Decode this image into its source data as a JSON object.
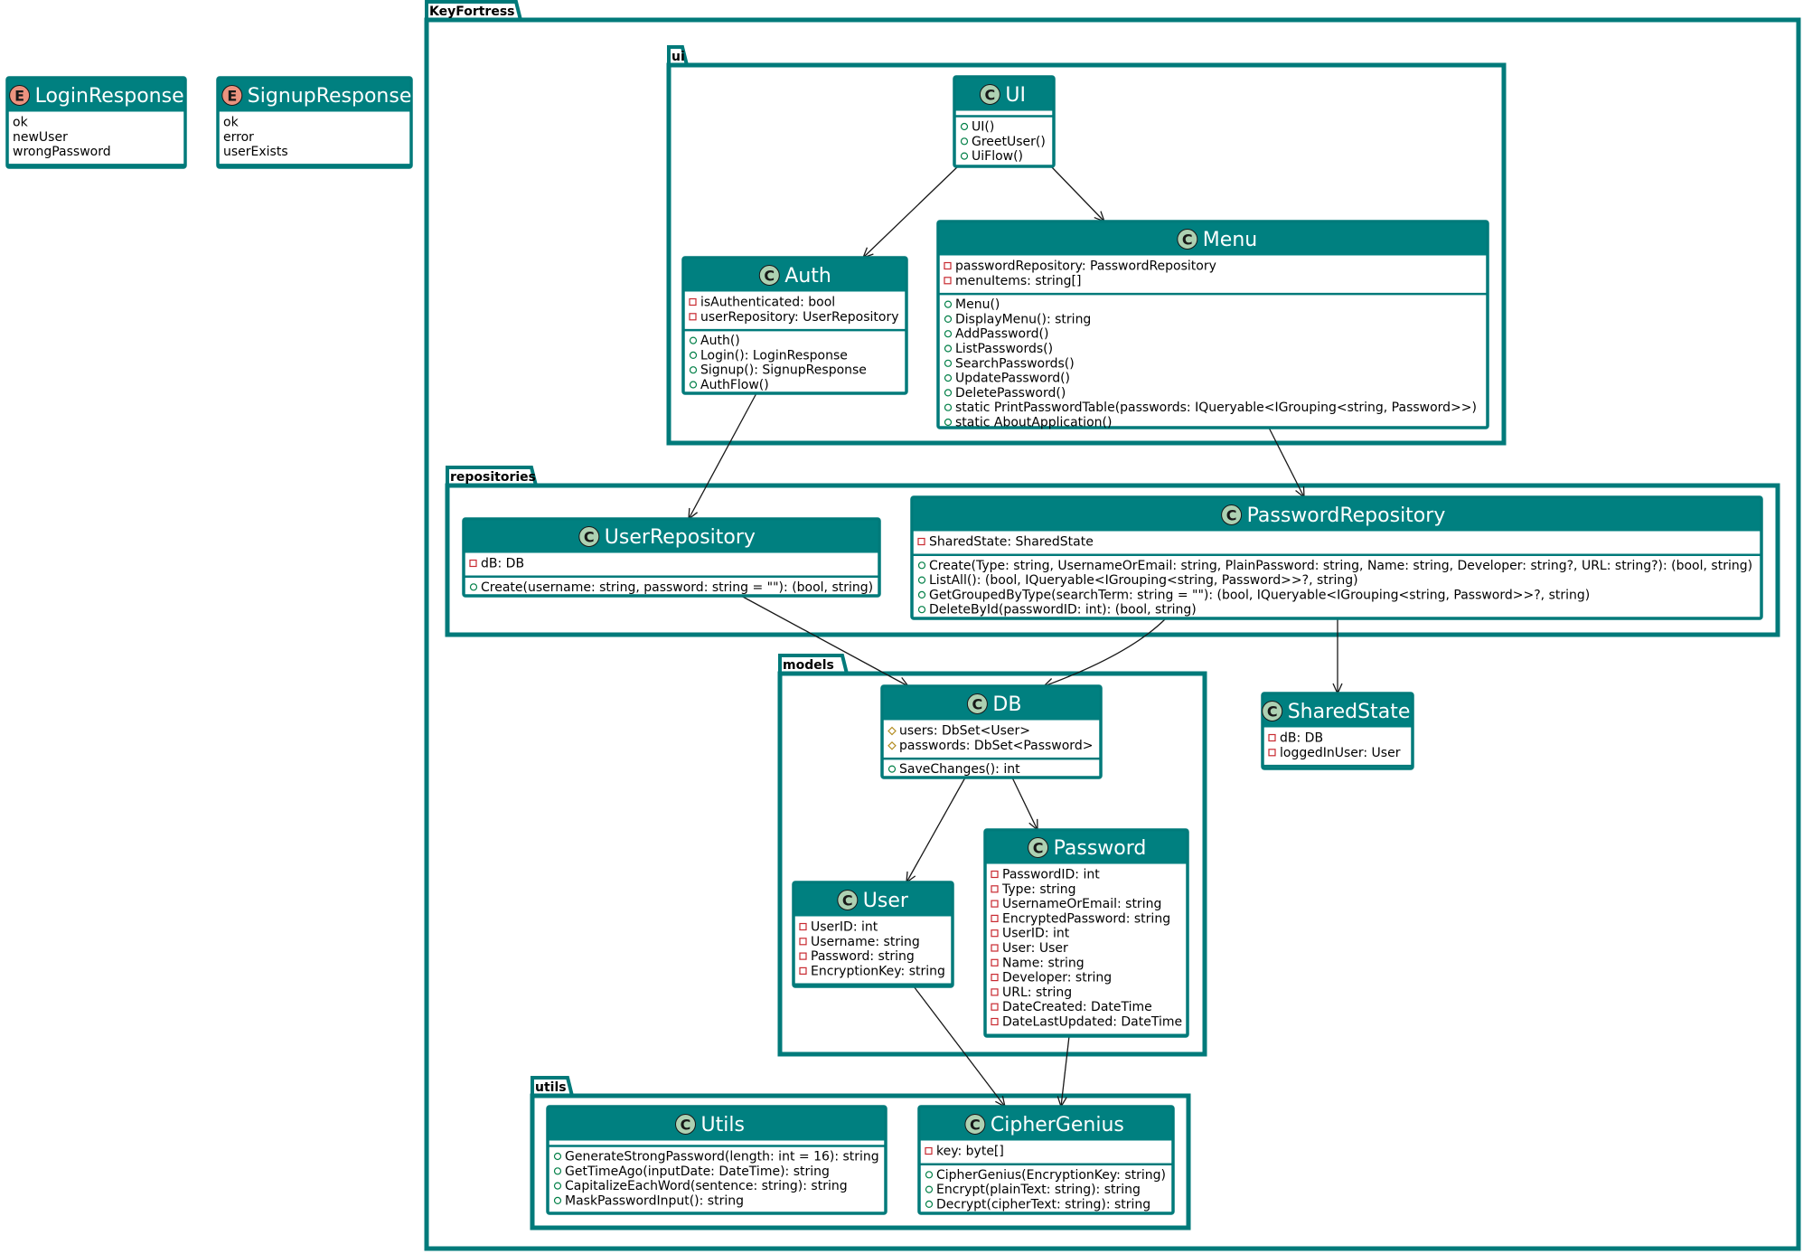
{
  "diagram": {
    "packages": {
      "keyfortress": "KeyFortress",
      "ui": "ui",
      "repositories": "repositories",
      "models": "models",
      "utils": "utils"
    },
    "enums": {
      "login_response": {
        "name": "LoginResponse",
        "values": [
          "ok",
          "newUser",
          "wrongPassword"
        ]
      },
      "signup_response": {
        "name": "SignupResponse",
        "values": [
          "ok",
          "error",
          "userExists"
        ]
      }
    },
    "classes": {
      "ui": {
        "name": "UI",
        "fields": [],
        "methods": [
          "UI()",
          "GreetUser()",
          "UiFlow()"
        ]
      },
      "auth": {
        "name": "Auth",
        "fields": [
          "isAuthenticated: bool",
          "userRepository: UserRepository"
        ],
        "methods": [
          "Auth()",
          "Login(): LoginResponse",
          "Signup(): SignupResponse",
          "AuthFlow()"
        ]
      },
      "menu": {
        "name": "Menu",
        "fields": [
          "passwordRepository: PasswordRepository",
          "menuItems: string[]"
        ],
        "methods": [
          "Menu()",
          "DisplayMenu(): string",
          "AddPassword()",
          "ListPasswords()",
          "SearchPasswords()",
          "UpdatePassword()",
          "DeletePassword()",
          "static PrintPasswordTable(passwords: IQueryable<IGrouping<string, Password>>)",
          "static AboutApplication()"
        ]
      },
      "user_repository": {
        "name": "UserRepository",
        "fields": [
          "dB: DB"
        ],
        "methods": [
          "Create(username: string, password: string = \"\"): (bool, string)"
        ]
      },
      "password_repository": {
        "name": "PasswordRepository",
        "fields": [
          "SharedState: SharedState"
        ],
        "methods": [
          "Create(Type: string, UsernameOrEmail: string, PlainPassword: string, Name: string, Developer: string?, URL: string?): (bool, string)",
          "ListAll(): (bool, IQueryable<IGrouping<string, Password>>?, string)",
          "GetGroupedByType(searchTerm: string = \"\"): (bool, IQueryable<IGrouping<string, Password>>?, string)",
          "DeleteById(passwordID: int): (bool, string)"
        ]
      },
      "db": {
        "name": "DB",
        "fields": [
          "users: DbSet<User>",
          "passwords: DbSet<Password>"
        ],
        "methods": [
          "SaveChanges(): int"
        ]
      },
      "user": {
        "name": "User",
        "fields": [
          "UserID: int",
          "Username: string",
          "Password: string",
          "EncryptionKey: string"
        ],
        "methods": []
      },
      "password": {
        "name": "Password",
        "fields": [
          "PasswordID: int",
          "Type: string",
          "UsernameOrEmail: string",
          "EncryptedPassword: string",
          "UserID: int",
          "User: User",
          "Name: string",
          "Developer: string",
          "URL: string",
          "DateCreated: DateTime",
          "DateLastUpdated: DateTime"
        ],
        "methods": []
      },
      "shared_state": {
        "name": "SharedState",
        "fields": [
          "dB: DB",
          "loggedInUser: User"
        ],
        "methods": []
      },
      "utils": {
        "name": "Utils",
        "fields": [],
        "methods": [
          "GenerateStrongPassword(length: int = 16): string",
          "GetTimeAgo(inputDate: DateTime): string",
          "CapitalizeEachWord(sentence: string): string",
          "MaskPasswordInput(): string"
        ]
      },
      "cipher_genius": {
        "name": "CipherGenius",
        "fields": [
          "key: byte[]"
        ],
        "methods": [
          "CipherGenius(EncryptionKey: string)",
          "Encrypt(plainText: string): string",
          "Decrypt(cipherText: string): string"
        ]
      }
    },
    "relations": [
      {
        "from": "UI",
        "to": "Auth"
      },
      {
        "from": "UI",
        "to": "Menu"
      },
      {
        "from": "Auth",
        "to": "UserRepository"
      },
      {
        "from": "Menu",
        "to": "PasswordRepository"
      },
      {
        "from": "UserRepository",
        "to": "DB"
      },
      {
        "from": "PasswordRepository",
        "to": "DB"
      },
      {
        "from": "PasswordRepository",
        "to": "SharedState"
      },
      {
        "from": "DB",
        "to": "User"
      },
      {
        "from": "DB",
        "to": "Password"
      },
      {
        "from": "User",
        "to": "CipherGenius"
      },
      {
        "from": "Password",
        "to": "CipherGenius"
      }
    ]
  }
}
